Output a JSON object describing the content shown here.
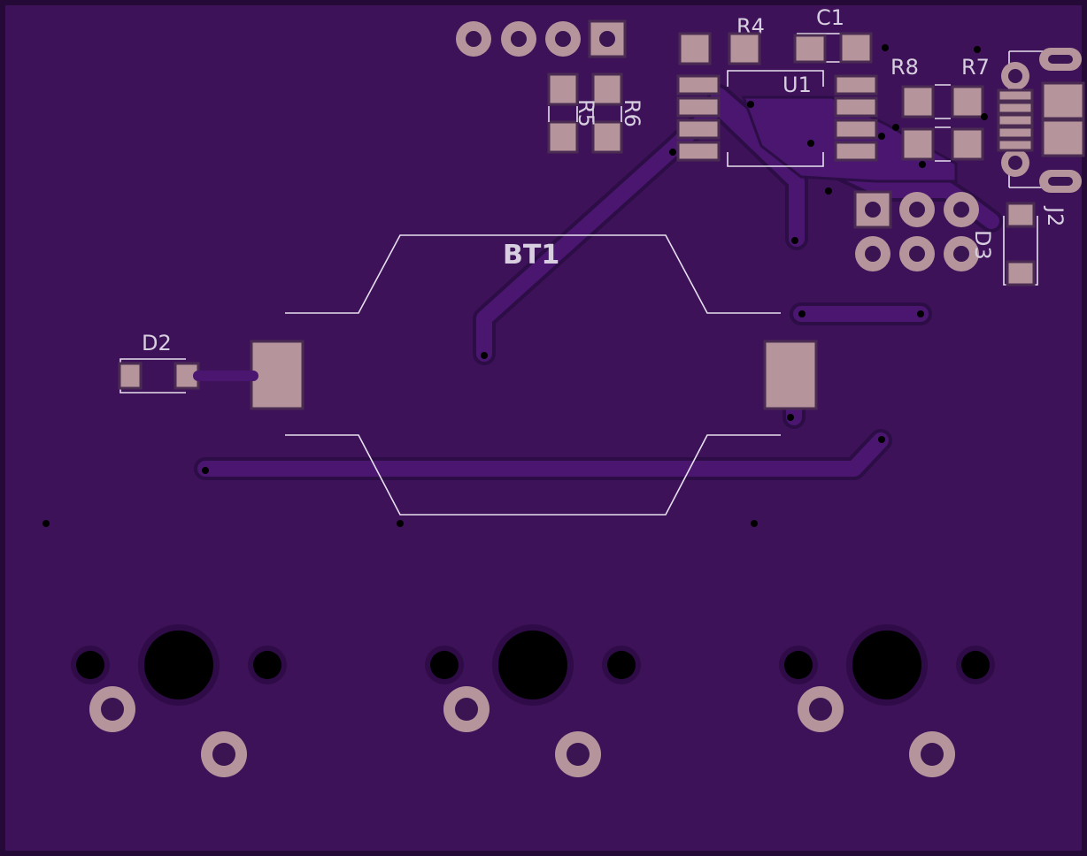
{
  "colors": {
    "board": "#3e1259",
    "copper_pad": "#b5959b",
    "silkscreen": "#d7cfe0",
    "trace": "#4a1670"
  },
  "labels": {
    "r4": "R4",
    "c1": "C1",
    "r8": "R8",
    "r7": "R7",
    "u1": "U1",
    "r5": "R5",
    "r6": "R6",
    "bt1": "BT1",
    "d2": "D2",
    "d3": "D3",
    "j2": "J2"
  }
}
